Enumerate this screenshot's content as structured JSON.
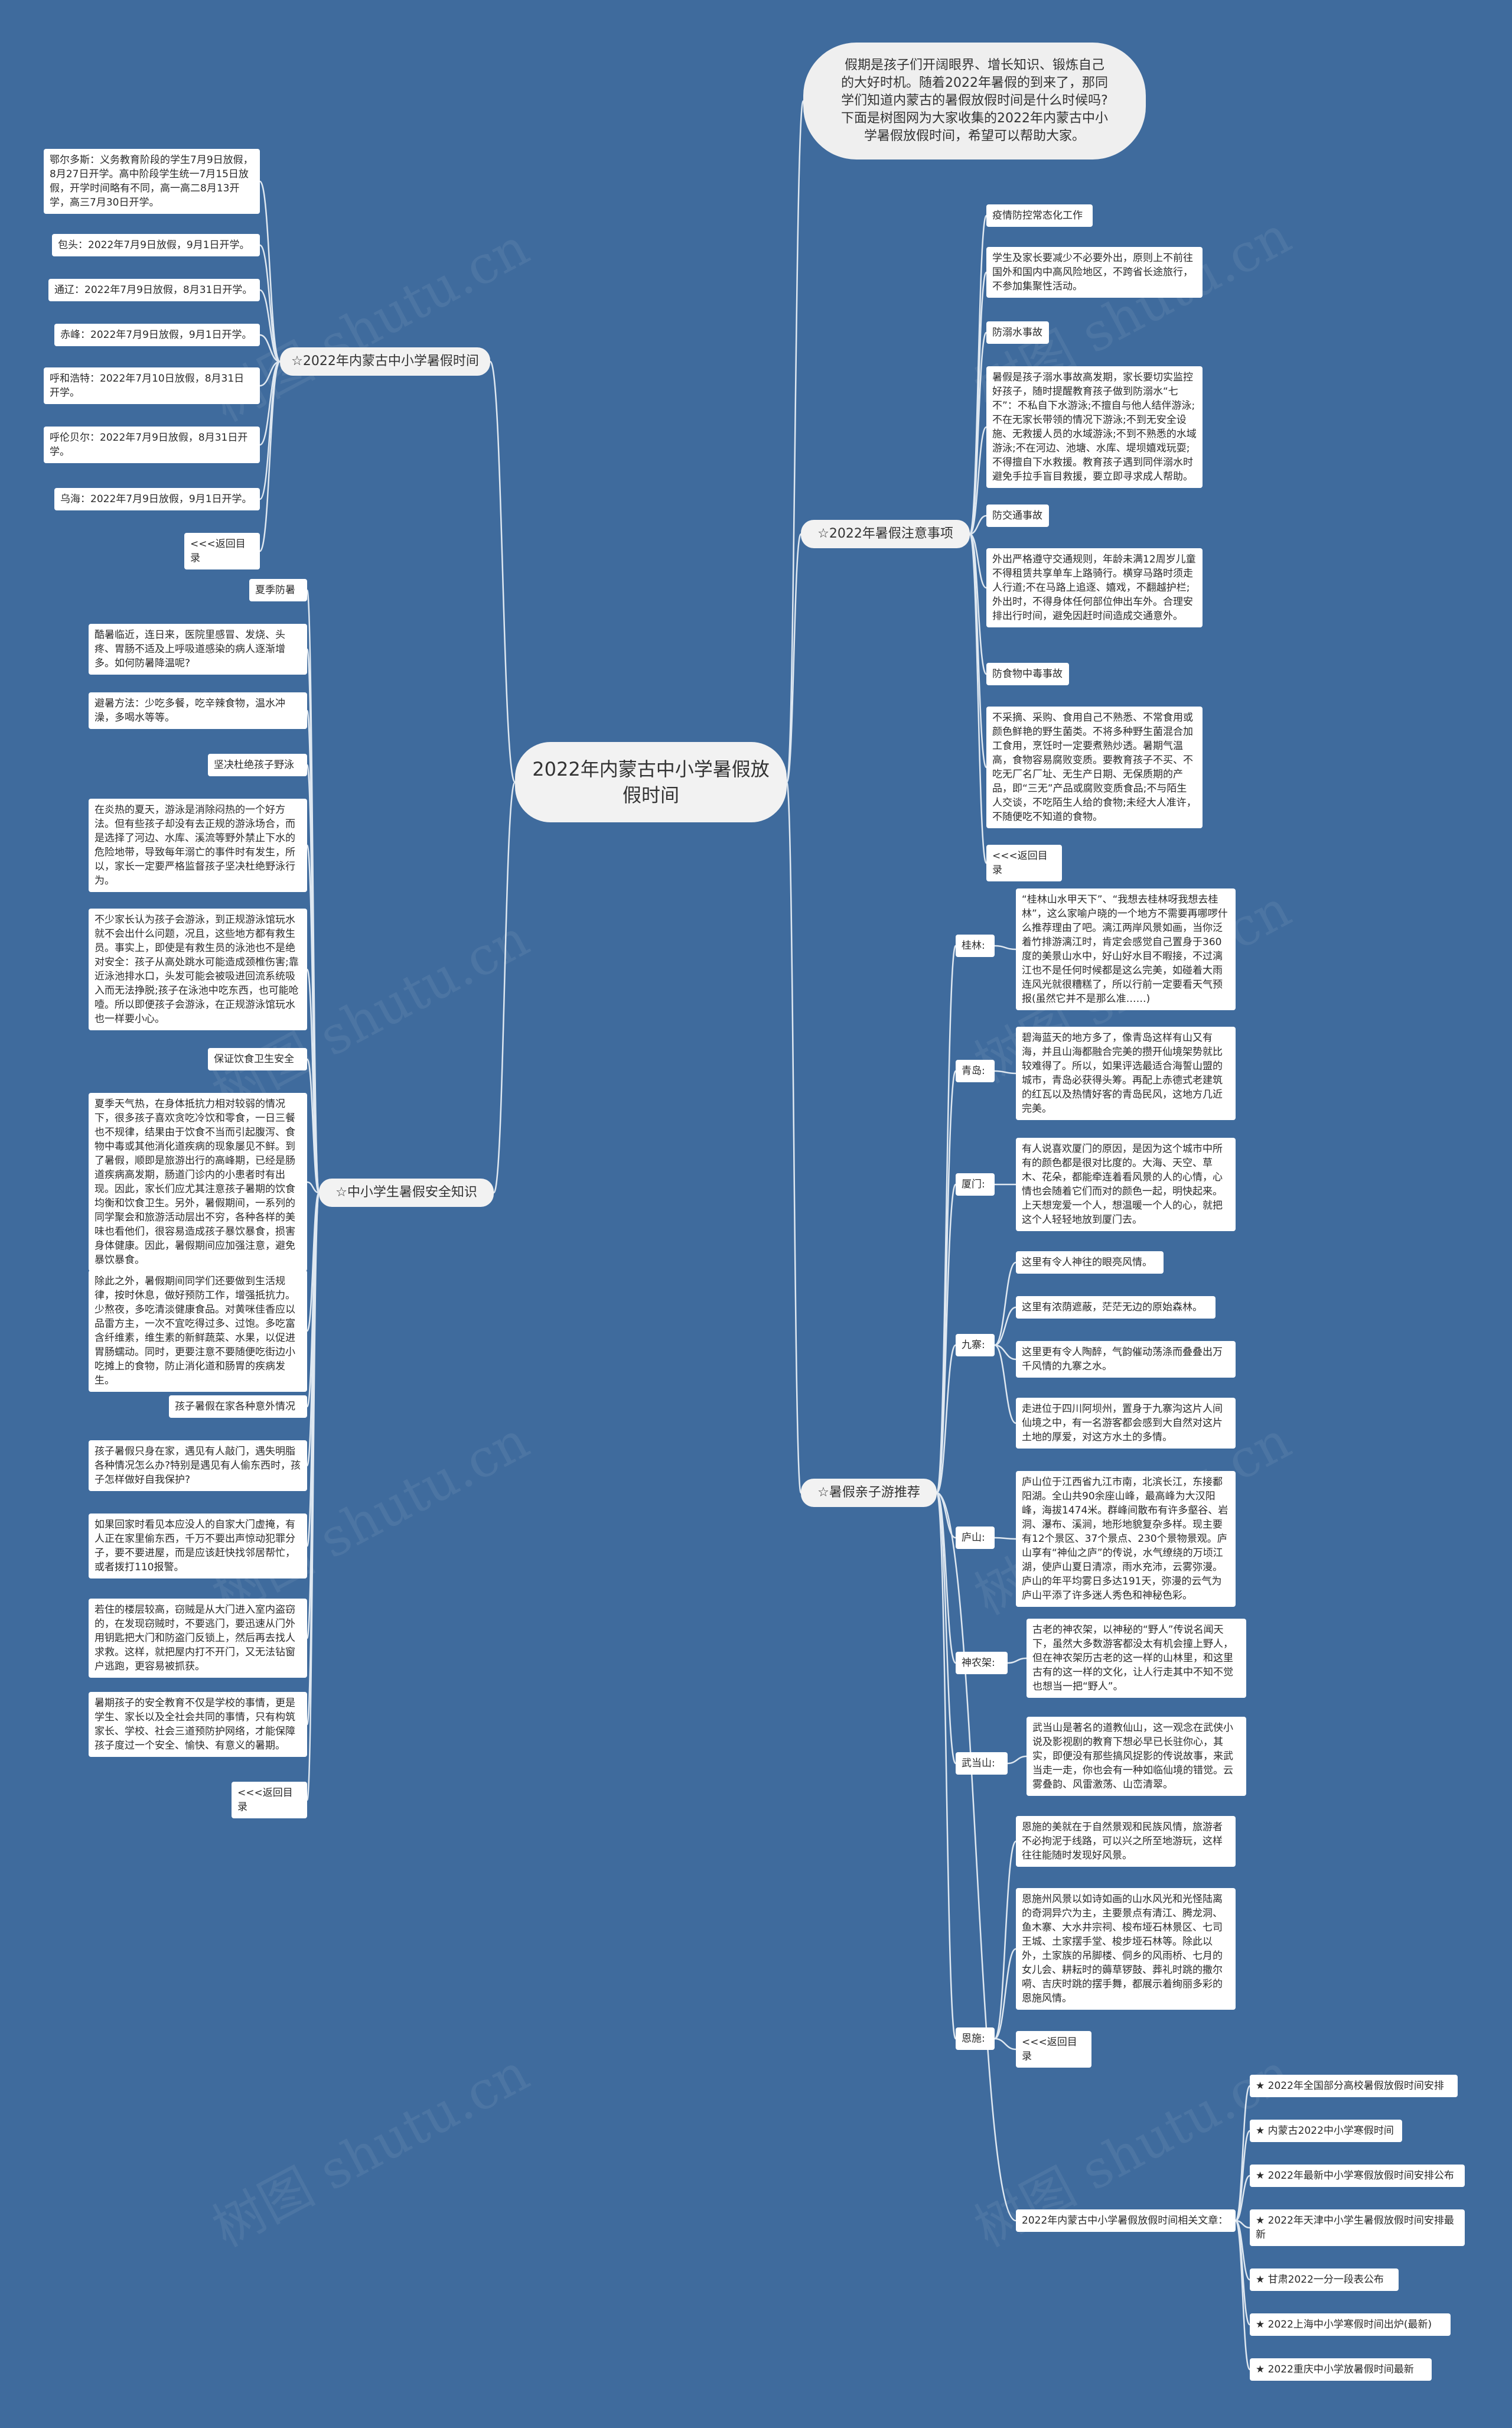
{
  "root": "2022年内蒙古中小学暑假放假时间",
  "intro": "假期是孩子们开阔眼界、增长知识、锻炼自己的大好时机。随着2022年暑假的到来了，那同学们知道内蒙古的暑假放假时间是什么时候吗?下面是树图网为大家收集的2022年内蒙古中小学暑假放假时间，希望可以帮助大家。",
  "branches": {
    "schedule": "☆2022年内蒙古中小学暑假时间",
    "notice": "☆2022年暑假注意事项",
    "safety": "☆中小学生暑假安全知识",
    "trips": "☆暑假亲子游推荐"
  },
  "schedule_items": [
    "鄂尔多斯：义务教育阶段的学生7月9日放假，8月27日开学。高中阶段学生统一7月15日放假，开学时间略有不同，高一高二8月13开学，高三7月30日开学。",
    "包头：2022年7月9日放假，9月1日开学。",
    "通辽：2022年7月9日放假，8月31日开学。",
    "赤峰：2022年7月9日放假，9月1日开学。",
    "呼和浩特：2022年7月10日放假，8月31日开学。",
    "呼伦贝尔：2022年7月9日放假，8月31日开学。",
    "乌海：2022年7月9日放假，9月1日开学。",
    "<<<返回目录"
  ],
  "notice_items": [
    "疫情防控常态化工作",
    "学生及家长要减少不必要外出，原则上不前往国外和国内中高风险地区，不跨省长途旅行，不参加集聚性活动。",
    "防溺水事故",
    "暑假是孩子溺水事故高发期，家长要切实监控好孩子，随时提醒教育孩子做到防溺水“七不”：不私自下水游泳;不擅自与他人结伴游泳;不在无家长带领的情况下游泳;不到无安全设施、无救援人员的水域游泳;不到不熟悉的水域游泳;不在河边、池塘、水库、堤坝嬉戏玩耍;不得擅自下水救援。教育孩子遇到同伴溺水时避免手拉手盲目救援，要立即寻求成人帮助。",
    "防交通事故",
    "外出严格遵守交通规则，年龄未满12周岁儿童不得租赁共享单车上路骑行。横穿马路时须走人行道;不在马路上追逐、嬉戏，不翻越护栏;外出时，不得身体任何部位伸出车外。合理安排出行时间，避免因赶时间造成交通意外。",
    "防食物中毒事故",
    "不采摘、采购、食用自己不熟悉、不常食用或颜色鲜艳的野生菌类。不将多种野生菌混合加工食用，烹饪时一定要煮熟炒透。暑期气温高，食物容易腐败变质。要教育孩子不买、不吃无厂名厂址、无生产日期、无保质期的产品，即“三无”产品或腐败变质食品;不与陌生人交谈，不吃陌生人给的食物;未经大人准许，不随便吃不知道的食物。",
    "<<<返回目录"
  ],
  "safety_items": [
    "夏季防暑",
    "酷暑临近，连日来，医院里感冒、发烧、头疼、胃肠不适及上呼吸道感染的病人逐渐增多。如何防暑降温呢?",
    "避暑方法：少吃多餐，吃辛辣食物，温水冲澡，多喝水等等。",
    "坚决杜绝孩子野泳",
    "在炎热的夏天，游泳是消除闷热的一个好方法。但有些孩子却没有去正规的游泳场合，而是选择了河边、水库、溪流等野外禁止下水的危险地带，导致每年溺亡的事件时有发生，所以，家长一定要严格监督孩子坚决杜绝野泳行为。",
    "不少家长认为孩子会游泳，到正规游泳馆玩水就不会出什么问题，况且，这些地方都有救生员。事实上，即使是有救生员的泳池也不是绝对安全：孩子从高处跳水可能造成颈椎伤害;靠近泳池排水口，头发可能会被吸进回流系统吸入而无法挣脱;孩子在泳池中吃东西，也可能呛噎。所以即便孩子会游泳，在正规游泳馆玩水也一样要小心。",
    "保证饮食卫生安全",
    "夏季天气热，在身体抵抗力相对较弱的情况下，很多孩子喜欢贪吃冷饮和零食，一日三餐也不规律，结果由于饮食不当而引起腹泻、食物中毒或其他消化道疾病的现象屡见不鲜。到了暑假，顺即是旅游出行的高峰期，已经是肠道疾病高发期，肠道门诊内的小患者时有出现。因此，家长们应尤其注意孩子暑期的饮食均衡和饮食卫生。另外，暑假期间，一系列的同学聚会和旅游活动层出不穷，各种各样的美味也看他们，很容易造成孩子暴饮暴食，损害身体健康。因此，暑假期间应加强注意，避免暴饮暴食。",
    "除此之外，暑假期间同学们还要做到生活规律，按时休息，做好预防工作，增强抵抗力。少熬夜，多吃清淡健康食品。对黄咪佳香应以品雷方主，一次不宜吃得过多、过饱。多吃富含纤维素，维生素的新鲜蔬菜、水果，以促进胃肠蠕动。同时，更要注意不要随便吃街边小吃摊上的食物，防止消化道和肠胃的疾病发生。",
    "孩子暑假在家各种意外情况",
    "孩子暑假只身在家，遇见有人敲门，遇失明脂各种情况怎么办?特别是遇见有人偷东西时，孩子怎样做好自我保护?",
    "如果回家时看见本应没人的自家大门虚掩，有人正在家里偷东西，千万不要出声惊动犯罪分子，要不要进屋，而是应该赶快找邻居帮忙，或者拨打110报警。",
    "若住的楼层较高，窃贼是从大门进入室内盗窃的，在发现窃贼时，不要逃门，要迅速从门外用钥匙把大门和防盗门反锁上，然后再去找人求救。这样，就把屋内打不开门，又无法钻窗户逃跑，更容易被抓获。",
    "暑期孩子的安全教育不仅是学校的事情，更是学生、家长以及全社会共同的事情，只有构筑家长、学校、社会三道预防护网络，才能保障孩子度过一个安全、愉快、有意义的暑期。",
    "<<<返回目录"
  ],
  "trips": [
    {
      "city": "桂林:",
      "items": [
        "“桂林山水甲天下”、“我想去桂林呀我想去桂林”，这么家喻户晓的一个地方不需要再哪啰什么推荐理由了吧。漓江两岸风景如画，当你泛着竹排游漓江时，肯定会感觉自己置身于360度的美景山水中，好山好水目不暇接，不过漓江也不是任何时候都是这么完美，如碰着大雨连风光就很糟糕了，所以行前一定要看天气预报(虽然它并不是那么准……)"
      ]
    },
    {
      "city": "青岛:",
      "items": [
        "碧海蓝天的地方多了，像青岛这样有山又有海，并且山海都融合完美的攒开仙境架势就比较难得了。所以，如果评选最适合海誓山盟的城市，青岛必获得头筹。再配上赤德式老建筑的红瓦以及热情好客的青岛民风，这地方几近完美。"
      ]
    },
    {
      "city": "厦门:",
      "items": [
        "有人说喜欢厦门的原因，是因为这个城市中所有的颜色都是很对比度的。大海、天空、草木、花朵，都能牵连着看风景的人的心情，心情也会随着它们而对的颜色一起，明快起来。上天想宠爱一个人，想温暖一个人的心，就把这个人轻轻地放到厦门去。"
      ]
    },
    {
      "city": "九寨:",
      "items": [
        "这里有令人神往的眼亮风情。",
        "这里有浓荫遮蔽，茫茫无边的原始森林。",
        "这里更有令人陶醉，气韵催动荡涤而叠叠出万千风情的九寨之水。",
        "走进位于四川阿坝州，置身于九寨沟这片人间仙境之中，有一名游客都会感到大自然对这片土地的厚爱，对这方水土的多情。"
      ]
    },
    {
      "city": "庐山:",
      "items": [
        "庐山位于江西省九江市南，北滨长江，东接鄱阳湖。全山共90余座山峰，最高峰为大汉阳峰，海拔1474米。群峰间散布有许多壑谷、岩洞、瀑布、溪涧，地形地貌复杂多样。现主要有12个景区、37个景点、230个景物景观。庐山享有“神仙之庐”的传说，水气缭绕的万顷江湖，使庐山夏日清凉，雨水充沛，云雾弥漫。庐山的年平均雾日多达191天，弥漫的云气为庐山平添了许多迷人秀色和神秘色彩。"
      ]
    },
    {
      "city": "神农架:",
      "items": [
        "古老的神农架，以神秘的“野人”传说名闻天下，虽然大多数游客都没太有机会撞上野人，但在神农架历古老的这一样的山林里，和这里古有的这一样的文化，让人行走其中不知不觉也想当一把“野人”。"
      ]
    },
    {
      "city": "武当山:",
      "items": [
        "武当山是著名的道教仙山，这一观念在武侠小说及影视剧的教育下想必早已长驻你心，其实，即便没有那些搞风捉影的传说故事，来武当走一走，你也会有一种如临仙境的错觉。云雾叠韵、风雷激荡、山峦清翠。"
      ]
    },
    {
      "city": "恩施:",
      "items": [
        "恩施的美就在于自然景观和民族风情，旅游者不必拘泥于线路，可以兴之所至地游玩，这样往往能随时发现好风景。",
        "恩施州风景以如诗如画的山水风光和光怪陆离的奇洞异穴为主，主要景点有清江、腾龙洞、鱼木寨、大水井宗祠、梭布垭石林景区、七司王城、土家摆手堂、梭步垭石林等。除此以外，土家族的吊脚楼、侗乡的风雨桥、七月的女儿会、耕耘时的薅草锣鼓、葬礼时跳的撒尔嗬、吉庆时跳的摆手舞，都展示着绚丽多彩的恩施风情。",
        "<<<返回目录"
      ]
    }
  ],
  "related": {
    "label": "2022年内蒙古中小学暑假放假时间相关文章：",
    "items": [
      "★ 2022年全国部分高校暑假放假时间安排",
      "★ 内蒙古2022中小学寒假时间",
      "★ 2022年最新中小学寒假放假时间安排公布",
      "★ 2022年天津中小学生暑假放假时间安排最新",
      "★ 甘肃2022一分一段表公布",
      "★ 2022上海中小学寒假时间出炉(最新)",
      "★ 2022重庆中小学放暑假时间最新"
    ]
  },
  "watermark": "树图 shutu.cn",
  "colors": {
    "background": "#3f6b9d",
    "line": "#dfe8f1",
    "node": "#ffffff"
  }
}
